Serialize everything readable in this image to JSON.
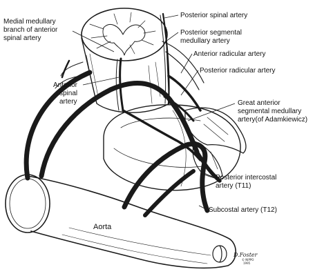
{
  "labels": {
    "medial_branch_1": "Medial medullary",
    "medial_branch_2": "branch of anterior",
    "medial_branch_3": "spinal artery",
    "posterior_spinal": "Posterior spinal artery",
    "posterior_segmental_1": "Posterior segmental",
    "posterior_segmental_2": "medullary artery",
    "anterior_radicular": "Anterior radicular artery",
    "posterior_radicular": "Posterior radicular artery",
    "anterior_spinal_1": "Anterior",
    "anterior_spinal_2": "spinal",
    "anterior_spinal_3": "artery",
    "great_anterior_1": "Great anterior",
    "great_anterior_2": "segmental medullary",
    "great_anterior_3": "artery(of Adamkiewicz)",
    "posterior_intercostal_1": "Posterior intercostal",
    "posterior_intercostal_2": "artery (T11)",
    "subcostal": "Subcostal artery (T12)",
    "aorta": "Aorta"
  },
  "signature": {
    "name": "D.Foster",
    "mark": "© NIPPO",
    "year": "1995"
  },
  "colors": {
    "ink": "#1a1a1a",
    "paper": "#ffffff",
    "shade": "#9a9a9a"
  }
}
